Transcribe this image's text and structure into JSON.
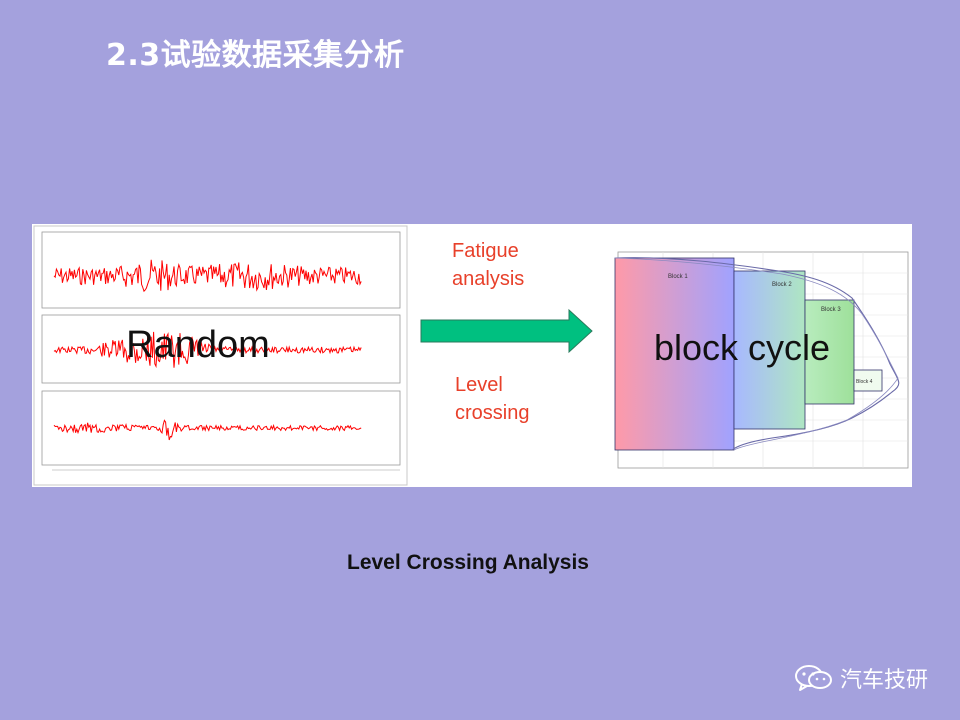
{
  "slide": {
    "title": "2.3试验数据采集分析",
    "caption": "Level Crossing Analysis",
    "watermark": "汽车技研"
  },
  "diagram": {
    "input_label": "Random",
    "output_label": "block cycle",
    "arrow_top_label_line1": "Fatigue",
    "arrow_top_label_line2": "analysis",
    "arrow_bottom_label_line1": "Level",
    "arrow_bottom_label_line2": "crossing",
    "block_labels": [
      "Block 1",
      "Block 2",
      "Block 3",
      "Block 4"
    ]
  },
  "colors": {
    "background": "#a4a1dd",
    "signal": "#ff0000",
    "arrow": "#00c080",
    "label_red": "#e8402a"
  }
}
